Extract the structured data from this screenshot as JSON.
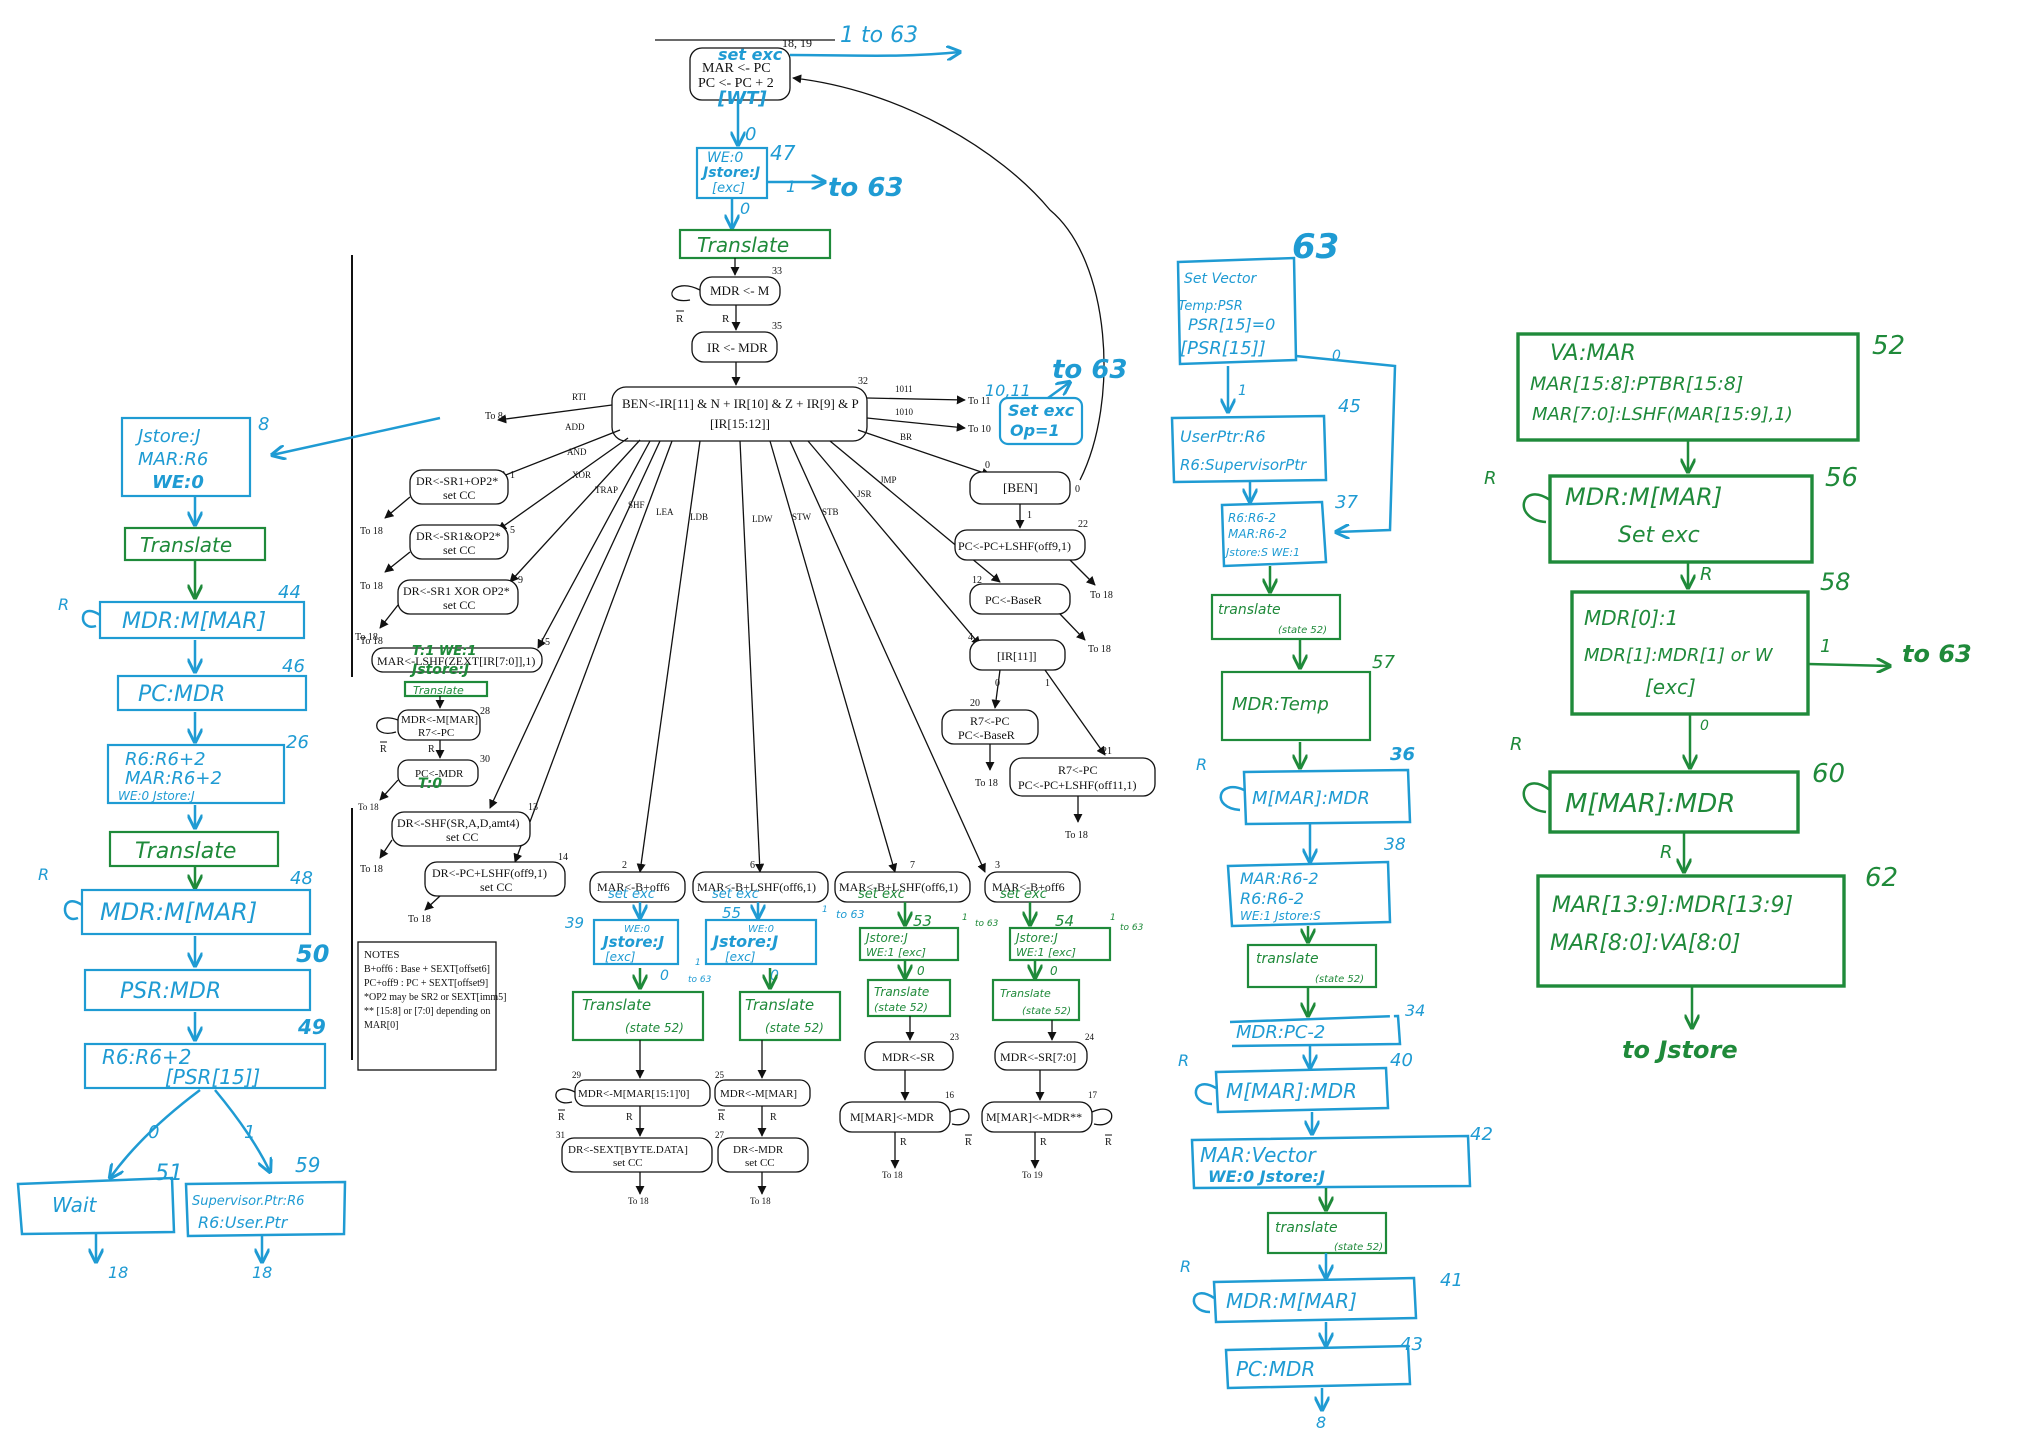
{
  "top": {
    "state_id": "18, 19",
    "l1": "MAR <- PC",
    "l2": "PC <- PC + 2",
    "setexc": "set exc",
    "wt": "[WT]",
    "to63": "1  to  63"
  },
  "s47": {
    "id": "47",
    "l1": "WE:0",
    "l2": "Jstore:J",
    "l3": "[exc]",
    "out0": "0",
    "out1": "1",
    "to63": "to 63"
  },
  "translate_top": "Translate",
  "printed": {
    "s33": {
      "id": "33",
      "text": "MDR <- M",
      "r": "R",
      "rbar": "R"
    },
    "s35": {
      "id": "35",
      "text": "IR <- MDR"
    },
    "s32": {
      "id": "32",
      "l1": "BEN<-IR[11] & N + IR[10] & Z + IR[9] & P",
      "l2": "[IR[15:12]]"
    },
    "labels": {
      "rti": "RTI",
      "to8": "To 8",
      "add": "ADD",
      "and": "AND",
      "xor": "XOR",
      "trap": "TRAP",
      "shf": "SHF",
      "lea": "LEA",
      "ldb": "LDB",
      "ldw": "LDW",
      "stw": "STW",
      "stb": "STB",
      "jsr": "JSR",
      "jmp": "JMP",
      "br": "BR",
      "b1011": "1011",
      "b1010": "1010",
      "to11": "To 11",
      "to10": "To 10"
    },
    "s1": {
      "id": "1",
      "l1": "DR<-SR1+OP2*",
      "l2": "set CC",
      "to": "To 18"
    },
    "s5": {
      "id": "5",
      "l1": "DR<-SR1&OP2*",
      "l2": "set CC",
      "to": "To 18"
    },
    "s9": {
      "id": "9",
      "l1": "DR<-SR1 XOR OP2*",
      "l2": "set CC",
      "to": "To 18"
    },
    "s15": {
      "id": "15",
      "text": "MAR<-LSHF(ZEXT[IR[7:0]],1)",
      "to": "To 18"
    },
    "s28": {
      "id": "28",
      "l1": "MDR<-M[MAR]",
      "l2": "R7<-PC",
      "r": "R",
      "rbar": "R"
    },
    "s30": {
      "id": "30",
      "text": "PC<-MDR",
      "to": "To 18"
    },
    "s13": {
      "id": "13",
      "l1": "DR<-SHF(SR,A,D,amt4)",
      "l2": "set CC",
      "to": "To 18"
    },
    "s14": {
      "id": "14",
      "l1": "DR<-PC+LSHF(off9,1)",
      "l2": "set CC",
      "to": "To 18"
    },
    "s0": {
      "id": "0",
      "text": "[BEN]",
      "o0": "0",
      "o1": "1"
    },
    "s22": {
      "id": "22",
      "text": "PC<-PC+LSHF(off9,1)",
      "to": "To 18"
    },
    "s12": {
      "id": "12",
      "text": "PC<-BaseR",
      "to": "To 18"
    },
    "s4": {
      "id": "4",
      "text": "[IR[11]]",
      "o0": "0",
      "o1": "1"
    },
    "s20": {
      "id": "20",
      "l1": "R7<-PC",
      "l2": "PC<-BaseR",
      "to": "To 18"
    },
    "s21": {
      "id": "21",
      "l1": "R7<-PC",
      "l2": "PC<-PC+LSHF(off11,1)",
      "to": "To 18"
    },
    "s2": {
      "id": "2",
      "text": "MAR<-B+off6"
    },
    "s6": {
      "id": "6",
      "text": "MAR<-B+LSHF(off6,1)"
    },
    "s7": {
      "id": "7",
      "text": "MAR<-B+LSHF(off6,1)"
    },
    "s3": {
      "id": "3",
      "text": "MAR<-B+off6"
    },
    "s29": {
      "id": "29",
      "text": "MDR<-M[MAR[15:1]'0]",
      "r": "R",
      "rbar": "R"
    },
    "s31": {
      "id": "31",
      "l1": "DR<-SEXT[BYTE.DATA]",
      "l2": "set CC",
      "to": "To 18"
    },
    "s25": {
      "id": "25",
      "text": "MDR<-M[MAR]",
      "r": "R",
      "rbar": "R"
    },
    "s27": {
      "id": "27",
      "l1": "DR<-MDR",
      "l2": "set CC",
      "to": "To 18"
    },
    "s23": {
      "id": "23",
      "text": "MDR<-SR"
    },
    "s16": {
      "id": "16",
      "text": "M[MAR]<-MDR",
      "r": "R",
      "rbar": "R",
      "to": "To 18"
    },
    "s24": {
      "id": "24",
      "text": "MDR<-SR[7:0]"
    },
    "s17": {
      "id": "17",
      "text": "M[MAR]<-MDR**",
      "r": "R",
      "rbar": "R",
      "to": "To 19"
    },
    "notes": {
      "title": "NOTES",
      "lines": [
        "B+off6 : Base + SEXT[offset6]",
        "PC+off9 : PC + SEXT[offset9]",
        "*OP2 may be SR2 or SEXT[imm5]",
        "** [15:8] or [7:0] depending on",
        "     MAR[0]"
      ]
    }
  },
  "hand_mid": {
    "s1011": {
      "id": "10,11",
      "l1": "Set exc",
      "l2": "Op=1",
      "to": "to 63"
    },
    "s15_extra": {
      "l1": "T:1  WE:1",
      "l2": "Jstore:J",
      "translate": "Translate"
    },
    "s30_extra": "T:0",
    "set_exc": "set exc",
    "s39": {
      "id": "39",
      "l1": "WE:0",
      "l2": "Jstore:J",
      "l3": "[exc]",
      "o0": "0",
      "o1": "1",
      "to": "to 63"
    },
    "s55": {
      "id": "55",
      "l1": "WE:0",
      "l2": "Jstore:J",
      "l3": "[exc]",
      "o0": "0",
      "o1": "1",
      "to": "to 63"
    },
    "s53": {
      "id": "53",
      "l1": "Jstore:J",
      "l2": "WE:1   [exc]",
      "o0": "0",
      "o1": "1",
      "to": "to 63"
    },
    "s54": {
      "id": "54",
      "l1": "Jstore:J",
      "l2": "WE:1  [exc]",
      "o0": "0",
      "o1": "1",
      "to": "to 63"
    },
    "tr1": {
      "l1": "Translate",
      "l2": "(state 52)"
    },
    "tr2": {
      "l1": "Translate",
      "l2": "(state 52)"
    },
    "tr3": {
      "l1": "Translate",
      "l2": "(state 52)"
    },
    "tr4": {
      "l1": "Translate",
      "l2": "(state 52)"
    }
  },
  "rti": {
    "s8": {
      "id": "8",
      "l1": "Jstore:J",
      "l2": "MAR:R6",
      "l3": "WE:0"
    },
    "translate1": "Translate",
    "s44": {
      "id": "44",
      "text": "MDR:M[MAR]",
      "rbar": "R"
    },
    "s46": {
      "id": "46",
      "text": "PC:MDR"
    },
    "s26": {
      "id": "26",
      "l1": "R6:R6+2",
      "l2": "MAR:R6+2",
      "l3": "WE:0   Jstore:J"
    },
    "translate2": "Translate",
    "s48": {
      "id": "48",
      "text": "MDR:M[MAR]",
      "rbar": "R"
    },
    "s50": {
      "id": "50",
      "text": "PSR:MDR"
    },
    "s49": {
      "id": "49",
      "l1": "R6:R6+2",
      "l2": "[PSR[15]]",
      "o0": "0",
      "o1": "1"
    },
    "s51": {
      "id": "51",
      "text": "Wait",
      "to": "18"
    },
    "s59": {
      "id": "59",
      "l1": "Supervisor.Ptr:R6",
      "l2": "R6:User.Ptr",
      "to": "18"
    }
  },
  "exc": {
    "title": "63",
    "s63": {
      "l1": "Set Vector",
      "l2": "Temp:PSR",
      "l3": "PSR[15]=0",
      "l4": "[PSR[15]]",
      "o0": "0",
      "o1": "1"
    },
    "s45": {
      "id": "45",
      "l1": "UserPtr:R6",
      "l2": "R6:SupervisorPtr"
    },
    "s37": {
      "id": "37",
      "l1": "R6:R6-2",
      "l2": "MAR:R6-2",
      "l3": "Jstore:S  WE:1"
    },
    "tr1": {
      "l1": "translate",
      "l2": "(state 52)"
    },
    "s57": {
      "id": "57",
      "text": "MDR:Temp"
    },
    "s36": {
      "id": "36",
      "text": "M[MAR]:MDR",
      "rbar": "R"
    },
    "s38": {
      "id": "38",
      "l1": "MAR:R6-2",
      "l2": "R6:R6-2",
      "l3": "WE:1  Jstore:S"
    },
    "tr2": {
      "l1": "translate",
      "l2": "(state 52)"
    },
    "s34": {
      "id": "34",
      "text": "MDR:PC-2"
    },
    "s40": {
      "id": "40",
      "text": "M[MAR]:MDR",
      "rbar": "R"
    },
    "s42": {
      "id": "42",
      "l1": "MAR:Vector",
      "l2": "WE:0   Jstore:J"
    },
    "tr3": {
      "l1": "translate",
      "l2": "(state 52)"
    },
    "s41": {
      "id": "41",
      "text": "MDR:M[MAR]",
      "rbar": "R"
    },
    "s43": {
      "id": "43",
      "text": "PC:MDR",
      "to": "8"
    }
  },
  "translate_seq": {
    "s52": {
      "id": "52",
      "l1": "VA:MAR",
      "l2": "MAR[15:8]:PTBR[15:8]",
      "l3": "MAR[7:0]:LSHF(MAR[15:9],1)"
    },
    "s56": {
      "id": "56",
      "l1": "MDR:M[MAR]",
      "l2": "Set exc",
      "rbar": "R"
    },
    "s58": {
      "id": "58",
      "l1": "MDR[0]:1",
      "l2": "MDR[1]:MDR[1] or W",
      "l3": "[exc]",
      "r": "R",
      "o0": "0",
      "o1": "1",
      "to": "to 63"
    },
    "s60": {
      "id": "60",
      "text": "M[MAR]:MDR",
      "rbar": "R"
    },
    "s62": {
      "id": "62",
      "l1": "MAR[13:9]:MDR[13:9]",
      "l2": "MAR[8:0]:VA[8:0]",
      "r": "R"
    },
    "to": "to Jstore"
  },
  "colors": {
    "blue": "#1f9bd3",
    "green": "#1f8a3a",
    "ink": "#111111"
  }
}
